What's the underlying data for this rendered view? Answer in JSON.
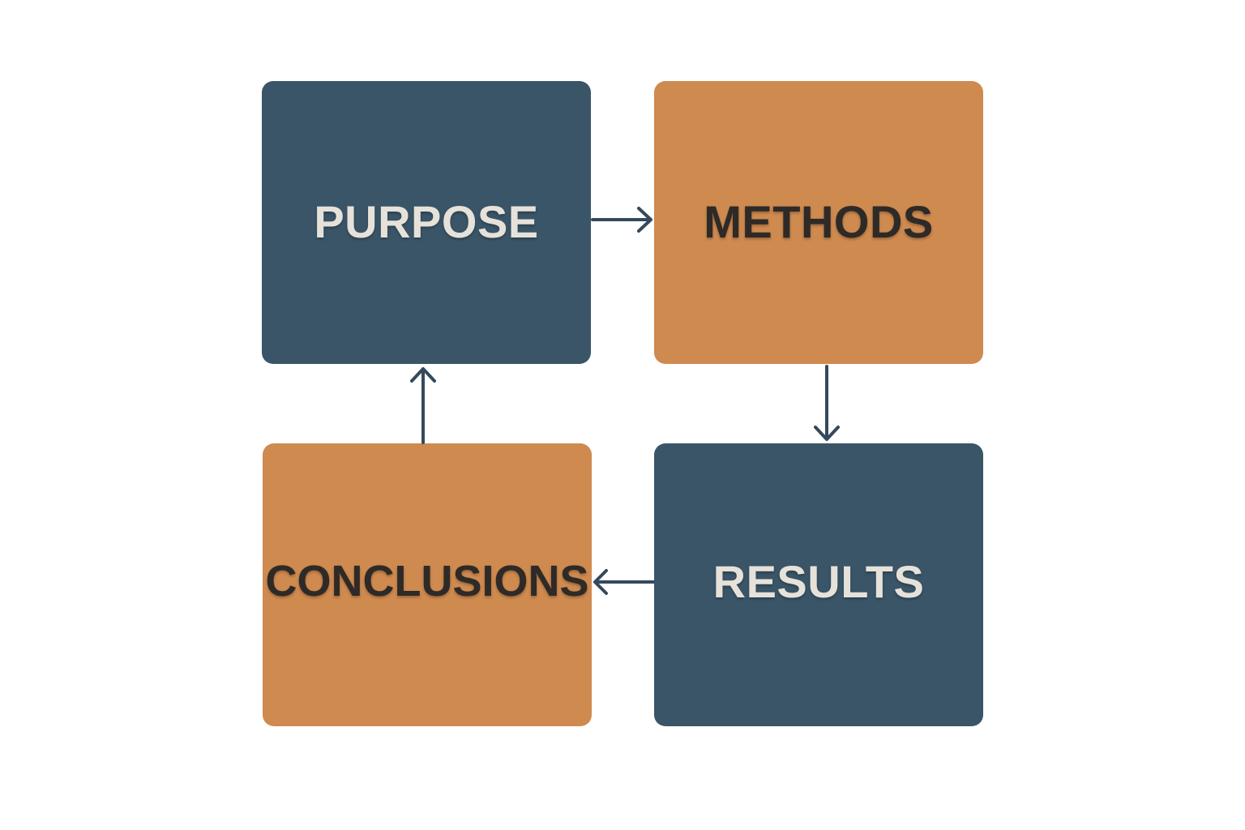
{
  "diagram": {
    "colors": {
      "dark": "#3a5568",
      "orange": "#cf8a4f",
      "light_text": "#e6e2da",
      "dark_text": "#2e2a27",
      "arrow": "#34495d"
    },
    "boxes": [
      {
        "id": "purpose",
        "label": "PURPOSE"
      },
      {
        "id": "methods",
        "label": "METHODS"
      },
      {
        "id": "results",
        "label": "RESULTS"
      },
      {
        "id": "conclusions",
        "label": "CONCLUSIONS"
      }
    ]
  }
}
